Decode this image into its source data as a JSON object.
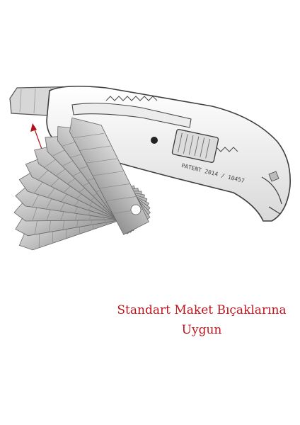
{
  "image": {
    "caption_line_1": "Standart Maket Bıçaklarına",
    "caption_line_2": "Uygun",
    "handle_embossed_text": "PATENT 2014 / 10457",
    "caption_color": "#c0161d",
    "arrow_color": "#b0121a"
  }
}
